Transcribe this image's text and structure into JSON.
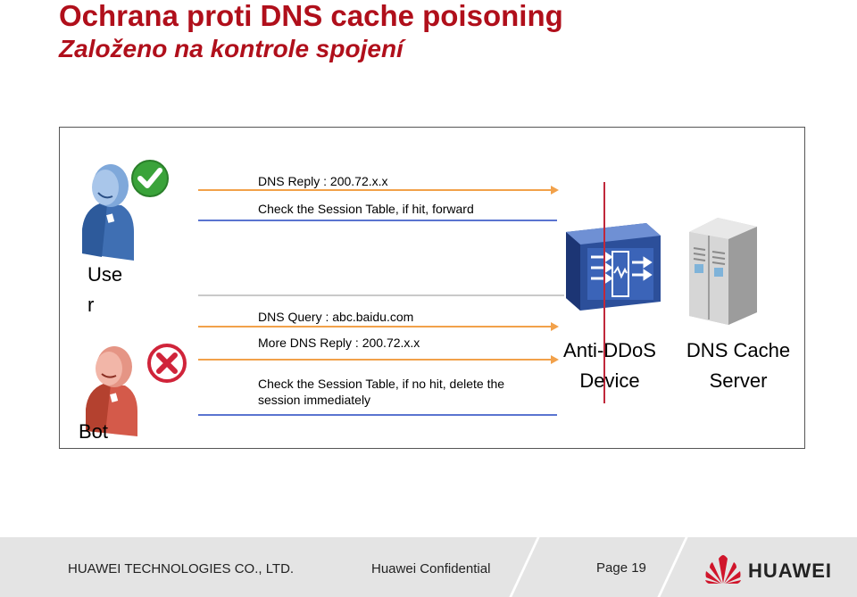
{
  "title": "Ochrana proti DNS cache poisoning",
  "subtitle": "Založeno na kontrole spojení",
  "diagram": {
    "msg_reply_top": "DNS Reply : 200.72.x.x",
    "msg_check_forward": "Check the Session Table, if hit, forward",
    "msg_query": "DNS Query : abc.baidu.com",
    "msg_more_reply": "More DNS Reply : 200.72.x.x",
    "msg_check_delete": "Check the Session Table, if no hit, delete the session immediately",
    "user_label_1": "Use",
    "user_label_2": "r",
    "bot_label": "Bot",
    "anti_ddos_1": "Anti-DDoS",
    "anti_ddos_2": "Device",
    "dns_cache_1": "DNS Cache",
    "dns_cache_2": "Server"
  },
  "footer": {
    "company": "HUAWEI TECHNOLOGIES CO., LTD.",
    "confidential": "Huawei Confidential",
    "page": "Page 19",
    "brand": "HUAWEI"
  },
  "colors": {
    "title": "#b00f1b",
    "orange_arrow": "#f2a14a",
    "blue_line": "#5a74d0",
    "check_green": "#3aa33a",
    "cross_red": "#d0243a"
  }
}
